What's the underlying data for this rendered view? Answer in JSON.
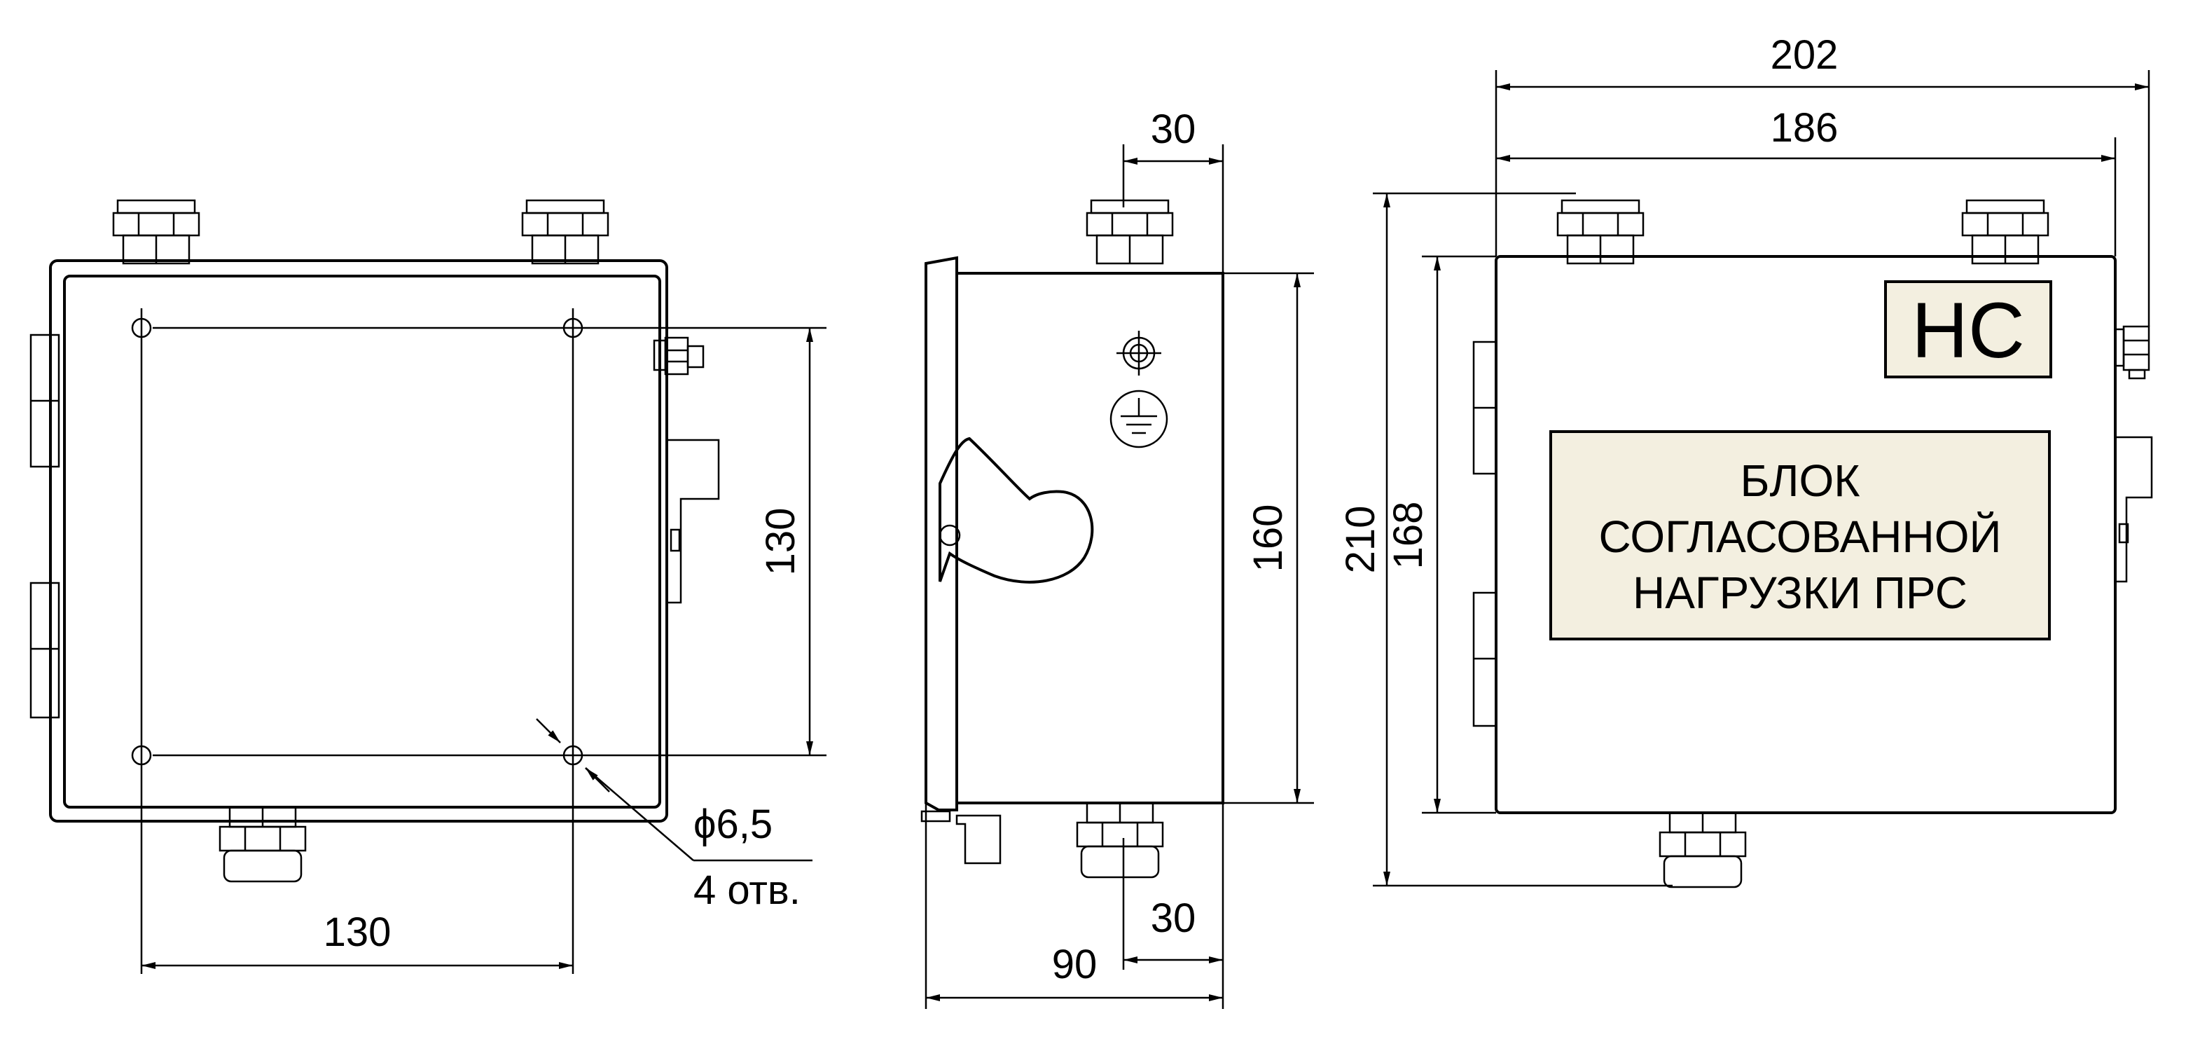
{
  "colors": {
    "enclosure_fill": "#eeeeea",
    "cover_fill": "#f1f1ed",
    "label_fill": "#f3efe0",
    "ground_badge_fill": "#c5d8c3",
    "line": "#000000"
  },
  "front_view": {
    "dim_height": "130",
    "dim_width": "130",
    "hole_diameter": "ϕ6,5",
    "hole_count": "4 отв."
  },
  "side_view": {
    "dim_top_gland": "30",
    "dim_height": "160",
    "dim_bottom_gland": "30",
    "dim_depth": "90",
    "ground_symbol": "ground-icon"
  },
  "rear_view": {
    "dim_overall_width": "202",
    "dim_body_width": "186",
    "dim_overall_height": "210",
    "dim_body_height": "168",
    "badge_text": "НС",
    "label_lines": [
      "БЛОК",
      "СОГЛАСОВАННОЙ",
      "НАГРУЗКИ ПРС"
    ]
  }
}
